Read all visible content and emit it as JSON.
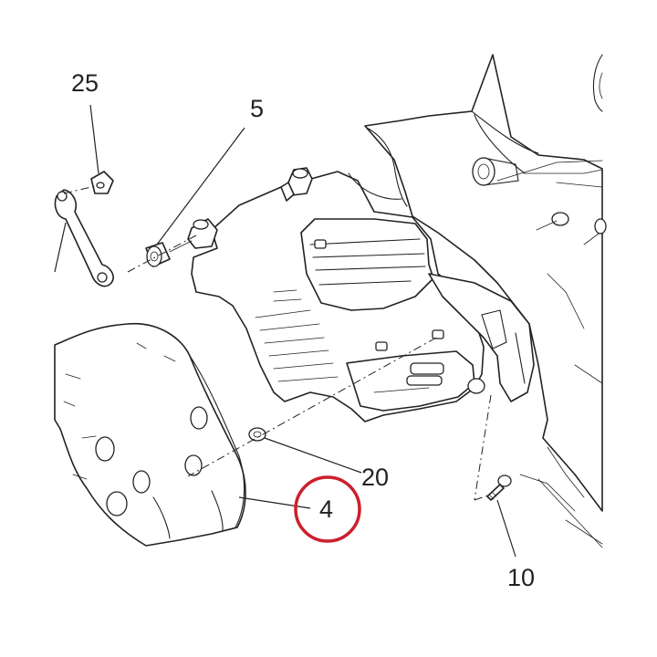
{
  "callouts": {
    "c25": "25",
    "c5": "5",
    "c20": "20",
    "c4": "4",
    "c10": "10"
  },
  "highlight": {
    "callout": "4",
    "color": "#cc1f2d"
  }
}
